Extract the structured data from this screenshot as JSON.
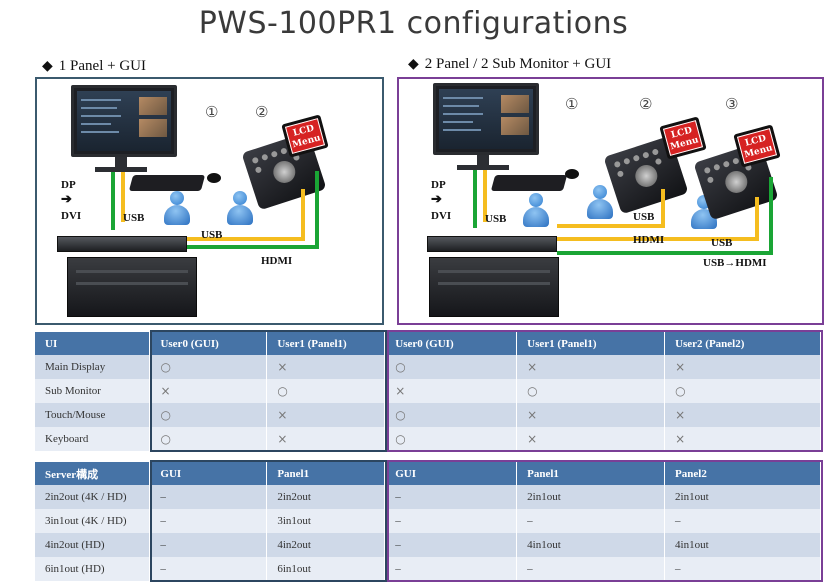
{
  "title": "PWS-100PR1 configurations",
  "config_left": {
    "heading": "1 Panel + GUI",
    "markers": [
      "①",
      "②"
    ],
    "dp_label": "DP",
    "arrow": "➔",
    "dvi_label": "DVI",
    "usb_label_1": "USB",
    "usb_label_2": "USB",
    "hdmi_label": "HDMI",
    "lcd_text": "LCD Menu"
  },
  "config_right": {
    "heading": "2 Panel / 2 Sub Monitor + GUI",
    "markers": [
      "①",
      "②",
      "③"
    ],
    "dp_label": "DP",
    "arrow": "➔",
    "dvi_label": "DVI",
    "usb_label_1": "USB",
    "usb_label_2": "USB",
    "usb_label_3": "USB",
    "hdmi_label": "HDMI",
    "usb_hdmi_label": "USB→HDMI",
    "lcd_text": "LCD Menu"
  },
  "ui_table": {
    "headers": [
      "UI",
      "User0 (GUI)",
      "User1 (Panel1)",
      "User0 (GUI)",
      "User1 (Panel1)",
      "User2 (Panel2)"
    ],
    "rows": [
      [
        "Main Display",
        "○",
        "×",
        "○",
        "×",
        "×"
      ],
      [
        "Sub Monitor",
        "×",
        "○",
        "×",
        "○",
        "○"
      ],
      [
        "Touch/Mouse",
        "○",
        "×",
        "○",
        "×",
        "×"
      ],
      [
        "Keyboard",
        "○",
        "×",
        "○",
        "×",
        "×"
      ]
    ]
  },
  "server_table": {
    "headers": [
      "Server構成",
      "GUI",
      "Panel1",
      "GUI",
      "Panel1",
      "Panel2"
    ],
    "rows": [
      [
        "2in2out (4K / HD)",
        "–",
        "2in2out",
        "–",
        "2in1out",
        "2in1out"
      ],
      [
        "3in1out (4K / HD)",
        "–",
        "3in1out",
        "–",
        "–",
        "–"
      ],
      [
        "4in2out (HD)",
        "–",
        "4in2out",
        "–",
        "4in1out",
        "4in1out"
      ],
      [
        "6in1out (HD)",
        "–",
        "6in1out",
        "–",
        "–",
        "–"
      ]
    ]
  },
  "colors": {
    "header_bg": "#4673a6",
    "row_odd": "#cfd9e8",
    "row_even": "#e8edf5",
    "left_frame": "#3b5a6e",
    "right_frame": "#7a3f96",
    "usb_wire": "#f5bd1f",
    "hdmi_wire": "#1aa535",
    "lcd_red": "#d62222"
  }
}
